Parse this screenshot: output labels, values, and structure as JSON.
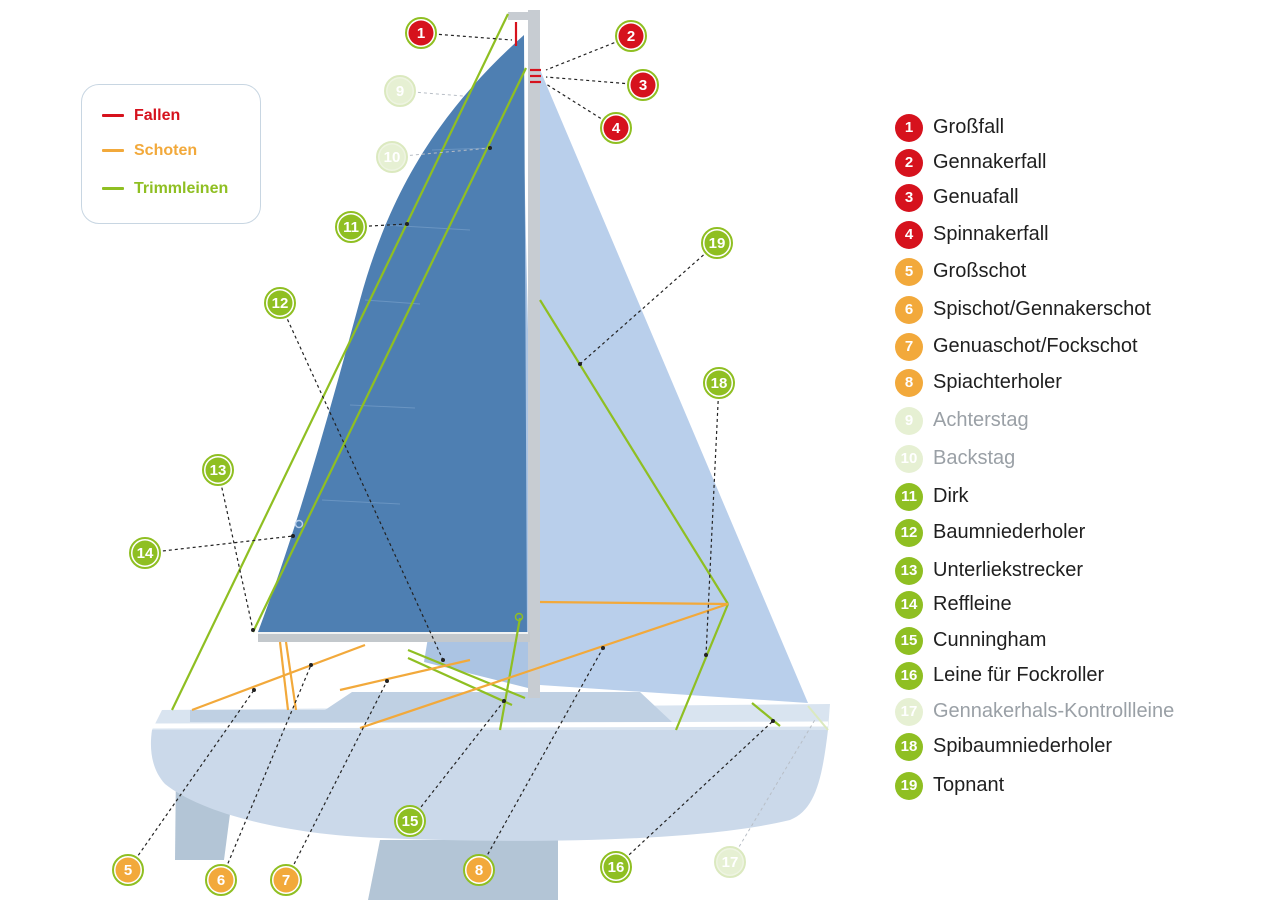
{
  "colors": {
    "halyard": "#d6121d",
    "sheet": "#f2a93b",
    "trim": "#8fbf22",
    "trim_faded": "#dbe9bf",
    "number_faded_bg": "#e6f0d3",
    "mainsail": "#4e7fb2",
    "headsail": "#b9cfeb",
    "hull": "#cbd9ea",
    "keel": "#b3c5d6",
    "mast": "#c7ccd2",
    "boom": "#c3c8cc"
  },
  "legend": {
    "items": [
      {
        "label": "Fallen",
        "kind": "halyard"
      },
      {
        "label": "Schoten",
        "kind": "sheet"
      },
      {
        "label": "Trimmleinen",
        "kind": "trim"
      }
    ]
  },
  "key": [
    {
      "num": "1",
      "label": "Großfall",
      "kind": "halyard"
    },
    {
      "num": "2",
      "label": "Gennakerfall",
      "kind": "halyard"
    },
    {
      "num": "3",
      "label": "Genuafall",
      "kind": "halyard"
    },
    {
      "num": "4",
      "label": "Spinnakerfall",
      "kind": "halyard"
    },
    {
      "num": "5",
      "label": "Großschot",
      "kind": "sheet"
    },
    {
      "num": "6",
      "label": "Spischot/Gennakerschot",
      "kind": "sheet"
    },
    {
      "num": "7",
      "label": "Genuaschot/Fockschot",
      "kind": "sheet"
    },
    {
      "num": "8",
      "label": "Spiachterholer",
      "kind": "sheet"
    },
    {
      "num": "9",
      "label": "Achterstag",
      "kind": "faded"
    },
    {
      "num": "10",
      "label": "Backstag",
      "kind": "faded"
    },
    {
      "num": "11",
      "label": "Dirk",
      "kind": "trim"
    },
    {
      "num": "12",
      "label": "Baumniederholer",
      "kind": "trim"
    },
    {
      "num": "13",
      "label": "Unterliekstrecker",
      "kind": "trim"
    },
    {
      "num": "14",
      "label": "Reffleine",
      "kind": "trim"
    },
    {
      "num": "15",
      "label": "Cunningham",
      "kind": "trim"
    },
    {
      "num": "16",
      "label": "Leine für Fockroller",
      "kind": "trim"
    },
    {
      "num": "17",
      "label": "Gennakerhals-Kontrollleine",
      "kind": "faded"
    },
    {
      "num": "18",
      "label": "Spibaumniederholer",
      "kind": "trim"
    },
    {
      "num": "19",
      "label": "Topnant",
      "kind": "trim"
    }
  ],
  "callouts": [
    {
      "num": "1",
      "kind": "halyard"
    },
    {
      "num": "2",
      "kind": "halyard"
    },
    {
      "num": "3",
      "kind": "halyard"
    },
    {
      "num": "4",
      "kind": "halyard"
    },
    {
      "num": "5",
      "kind": "sheet"
    },
    {
      "num": "6",
      "kind": "sheet"
    },
    {
      "num": "7",
      "kind": "sheet"
    },
    {
      "num": "8",
      "kind": "sheet"
    },
    {
      "num": "9",
      "kind": "faded"
    },
    {
      "num": "10",
      "kind": "faded"
    },
    {
      "num": "11",
      "kind": "trim"
    },
    {
      "num": "12",
      "kind": "trim"
    },
    {
      "num": "13",
      "kind": "trim"
    },
    {
      "num": "14",
      "kind": "trim"
    },
    {
      "num": "15",
      "kind": "trim"
    },
    {
      "num": "16",
      "kind": "trim"
    },
    {
      "num": "17",
      "kind": "faded"
    },
    {
      "num": "18",
      "kind": "trim"
    },
    {
      "num": "19",
      "kind": "trim"
    }
  ]
}
